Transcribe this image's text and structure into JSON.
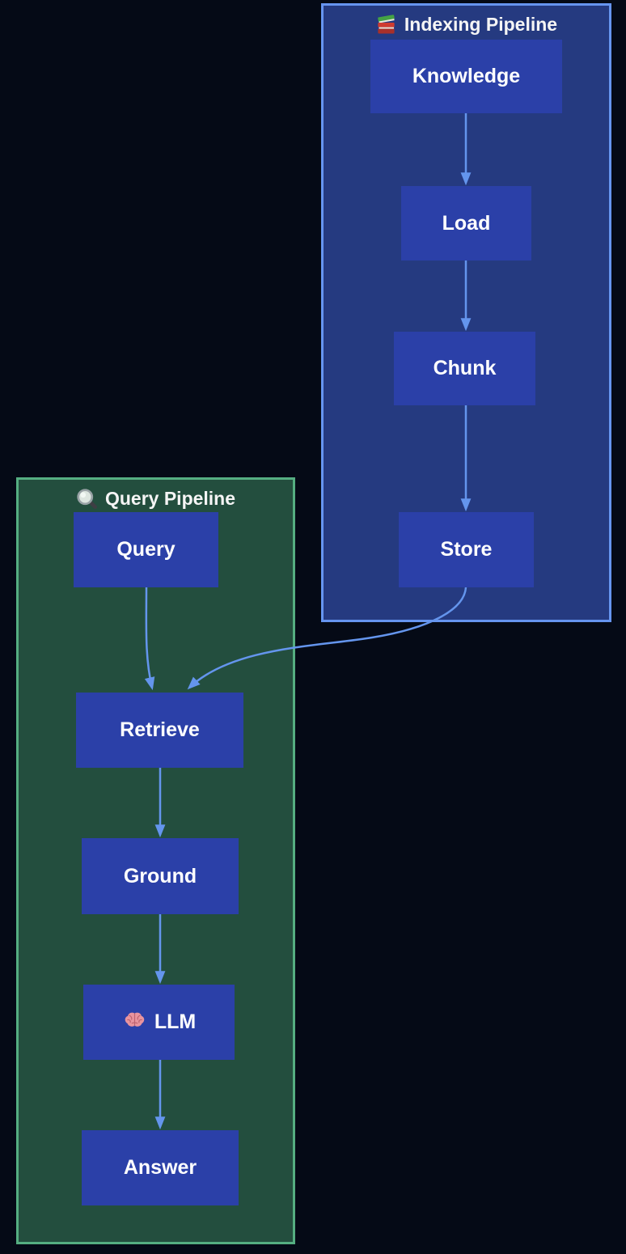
{
  "diagram": {
    "type": "flowchart",
    "background_color": "#050a16",
    "edge_color": "#6495ed",
    "node_fill_color": "#2b40a8",
    "text_color": "#ffffff",
    "containers": [
      {
        "id": "indexing-pipeline",
        "label": "Indexing Pipeline",
        "icon": "books-icon",
        "fill_color": "#253a80",
        "border_color": "#6695f0",
        "nodes": [
          {
            "id": "knowledge",
            "label": "Knowledge"
          },
          {
            "id": "load",
            "label": "Load"
          },
          {
            "id": "chunk",
            "label": "Chunk"
          },
          {
            "id": "store",
            "label": "Store"
          }
        ]
      },
      {
        "id": "query-pipeline",
        "label": "Query Pipeline",
        "icon": "magnifying-glass-icon",
        "fill_color": "#234e3e",
        "border_color": "#55ae81",
        "nodes": [
          {
            "id": "query",
            "label": "Query"
          },
          {
            "id": "retrieve",
            "label": "Retrieve"
          },
          {
            "id": "ground",
            "label": "Ground"
          },
          {
            "id": "llm",
            "label": "LLM",
            "icon": "brain-icon"
          },
          {
            "id": "answer",
            "label": "Answer"
          }
        ]
      }
    ],
    "edges": [
      {
        "from": "knowledge",
        "to": "load"
      },
      {
        "from": "load",
        "to": "chunk"
      },
      {
        "from": "chunk",
        "to": "store"
      },
      {
        "from": "store",
        "to": "retrieve"
      },
      {
        "from": "query",
        "to": "retrieve"
      },
      {
        "from": "retrieve",
        "to": "ground"
      },
      {
        "from": "ground",
        "to": "llm"
      },
      {
        "from": "llm",
        "to": "answer"
      }
    ]
  }
}
